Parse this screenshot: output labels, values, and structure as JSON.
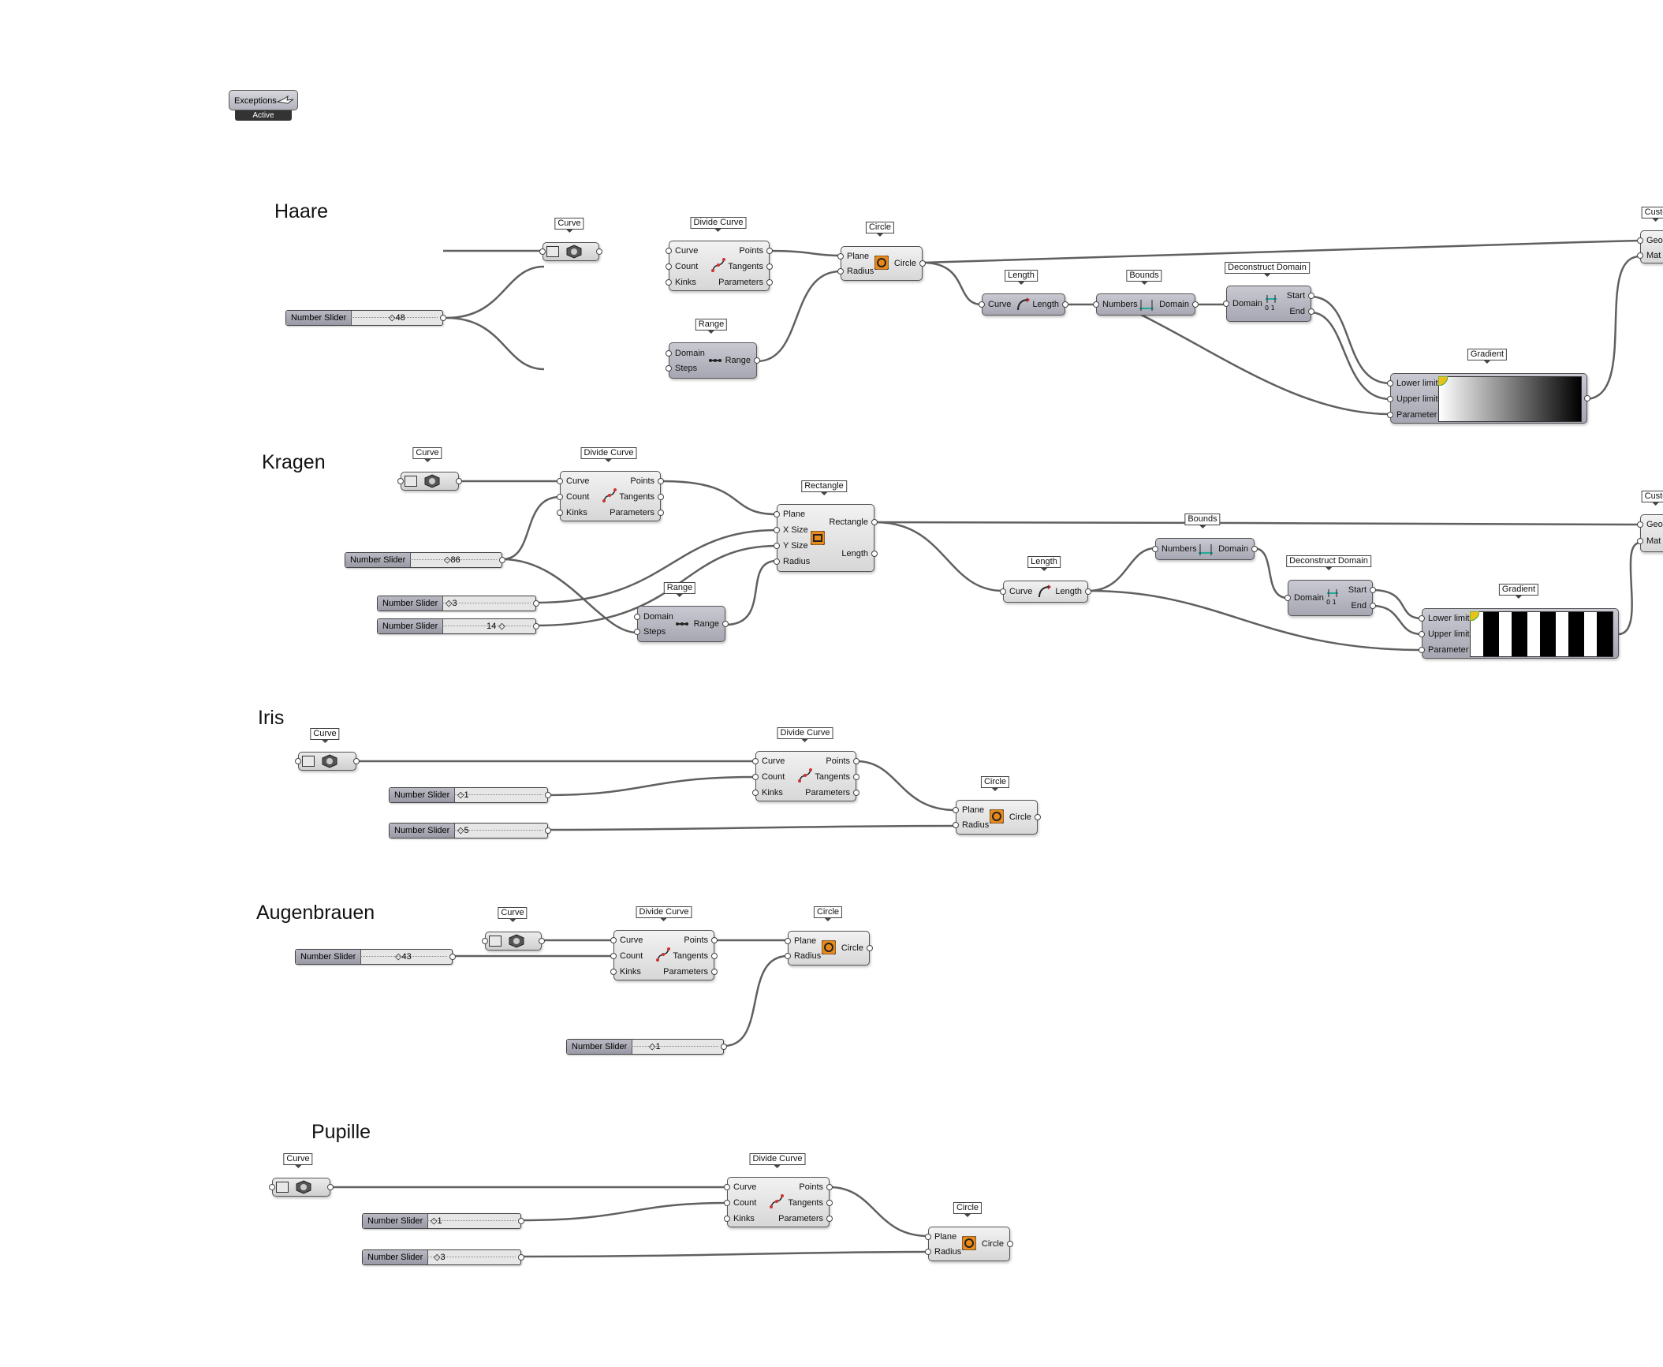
{
  "exceptions": {
    "label": "Exceptions",
    "status": "Active"
  },
  "groups": {
    "haare": "Haare",
    "kragen": "Kragen",
    "iris": "Iris",
    "augenbrauen": "Augenbrauen",
    "pupille": "Pupille"
  },
  "labels": {
    "curve": "Curve",
    "divide_curve": "Divide Curve",
    "circle": "Circle",
    "range": "Range",
    "length": "Length",
    "bounds": "Bounds",
    "deconstruct_domain": "Deconstruct Domain",
    "gradient": "Gradient",
    "rectangle": "Rectangle",
    "custom_preview_cut": "Custo",
    "number_slider": "Number Slider"
  },
  "pins": {
    "curve": "Curve",
    "count": "Count",
    "kinks": "Kinks",
    "points": "Points",
    "tangents": "Tangents",
    "parameters": "Parameters",
    "plane": "Plane",
    "radius": "Radius",
    "circle": "Circle",
    "domain": "Domain",
    "steps": "Steps",
    "range": "Range",
    "length": "Length",
    "numbers": "Numbers",
    "start": "Start",
    "end": "End",
    "lower_limit": "Lower limit",
    "upper_limit": "Upper limit",
    "parameter": "Parameter",
    "x_size": "X Size",
    "y_size": "Y Size",
    "rectangle": "Rectangle",
    "geom_cut": "Geom",
    "mat_cut": "Mat"
  },
  "sliders": {
    "haare_count": "◇48",
    "kragen_count": "◇86",
    "kragen_x": "◇3",
    "kragen_y": "14 ◇",
    "iris_count": "◇1",
    "iris_radius": "◇5",
    "augen_count": "◇43",
    "augen_radius": "◇1",
    "pupille_count": "◇1",
    "pupille_radius": "◇3"
  },
  "icon_names": [
    "curve-param-icon",
    "divide-curve-icon",
    "circle-icon",
    "range-icon",
    "length-icon",
    "bounds-icon",
    "deconstruct-domain-icon",
    "rectangle-icon",
    "gradient-icon"
  ],
  "colors": {
    "wire": "#606060",
    "accent_orange": "#e8891a",
    "component_dark": "#a9a9b5"
  }
}
